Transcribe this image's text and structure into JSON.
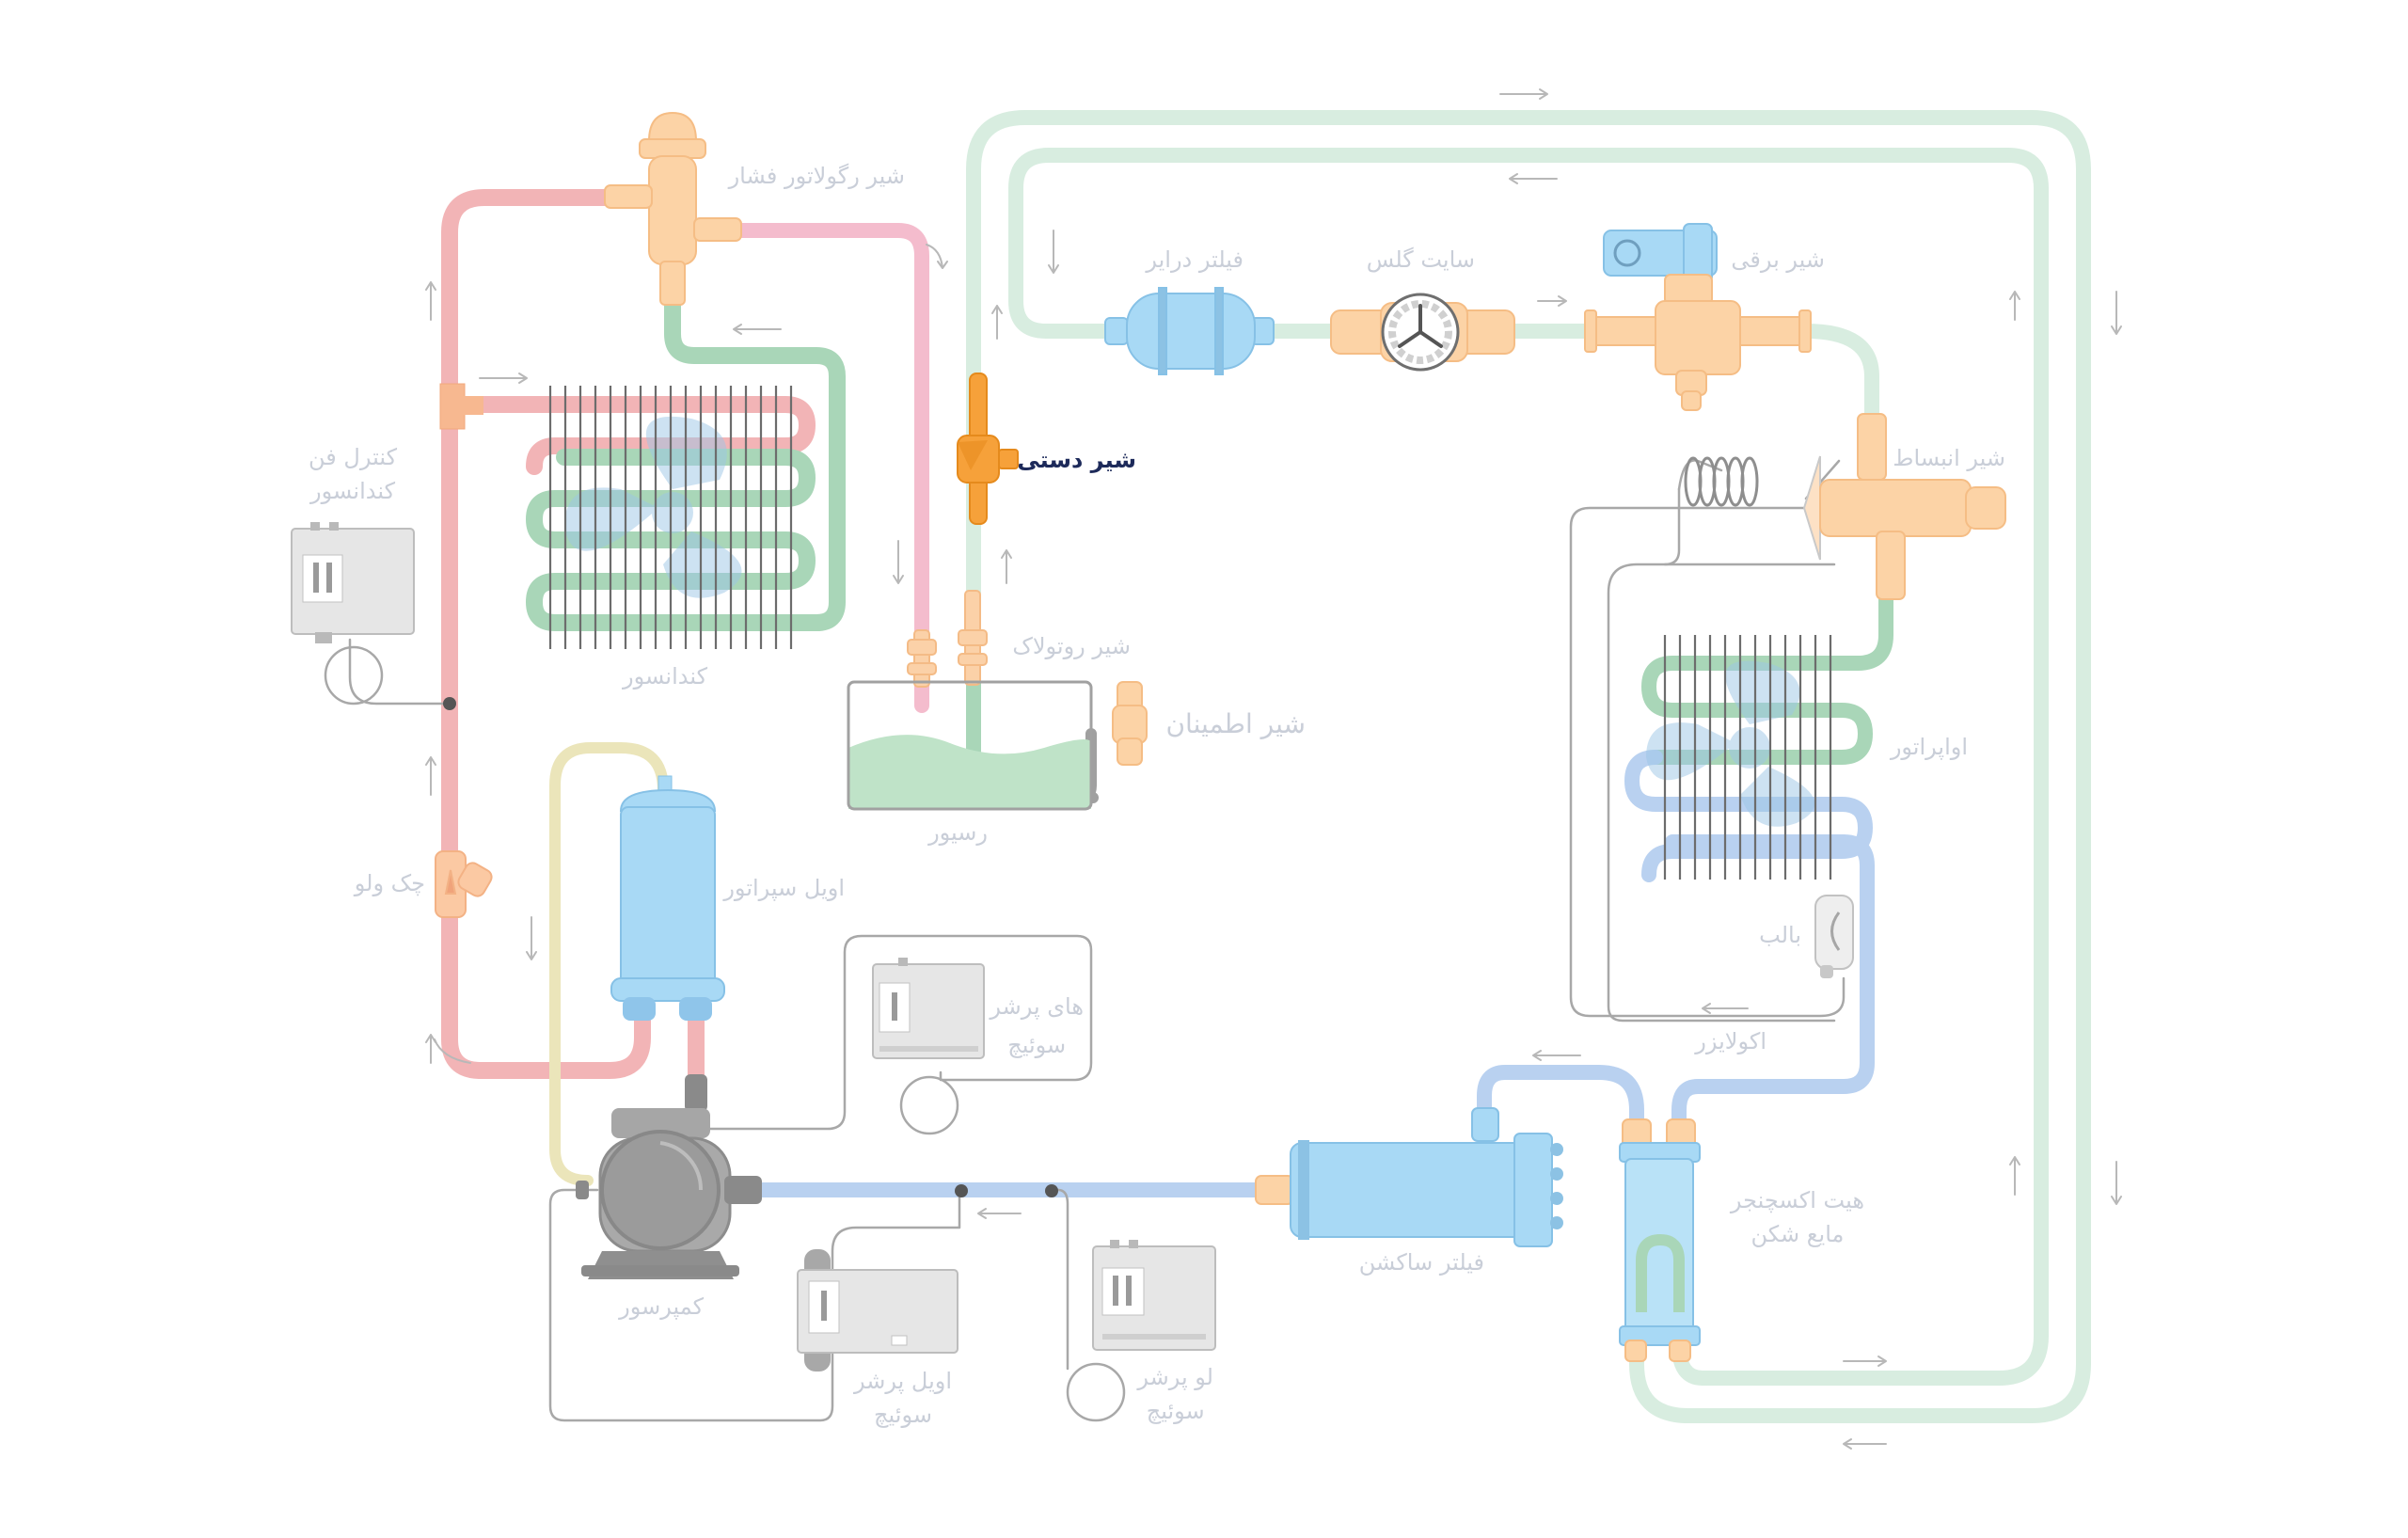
{
  "colors": {
    "red_pipe": "#f0a8aa",
    "pink_pipe": "#f2b3c8",
    "green_pipe": "#a6d3b3",
    "mint_pipe": "#cfe8d6",
    "yellow_pipe": "#e9e2b0",
    "blue_pipe": "#a9c6ec",
    "component_blue": "#aad9f4",
    "component_orange": "#fccf9f",
    "highlight_orange": "#f6a13a",
    "grey_body": "#9a9a9a",
    "label_faded": "#c9ced8",
    "label_active": "#1d2a5a"
  },
  "labels": {
    "pressure_regulator": "شیر رگولاتور فشار",
    "filter_drier": "فیلتر درایر",
    "sight_glass": "سایت گلس",
    "solenoid_valve": "شیر برقی",
    "fan_control_line1": "کنترل فن",
    "fan_control_line2": "کندانسور",
    "manual_valve": "شیر دستی",
    "expansion_valve": "شیر انبساط",
    "rotolock_valve": "شیر روتولاک",
    "condenser": "کندانسور",
    "safety_valve": "شیر اطمینان",
    "evaporator": "اواپراتور",
    "receiver": "رسیور",
    "oil_separator": "اویل سپراتور",
    "check_valve": "چک ولو",
    "bulb": "بالب",
    "high_pressure_line1": "های پرشر",
    "high_pressure_line2": "سوئیچ",
    "equalizer": "اکولایزر",
    "heat_exchanger_line1": "هیت اکسچنجر",
    "heat_exchanger_line2": "مایع شکن",
    "suction_filter": "فیلتر ساکشن",
    "compressor": "کمپرسور",
    "low_pressure_line1": "لو پرشر",
    "low_pressure_line2": "سوئیچ",
    "oil_pressure_line1": "اویل پرشر",
    "oil_pressure_line2": "سوئیچ"
  }
}
